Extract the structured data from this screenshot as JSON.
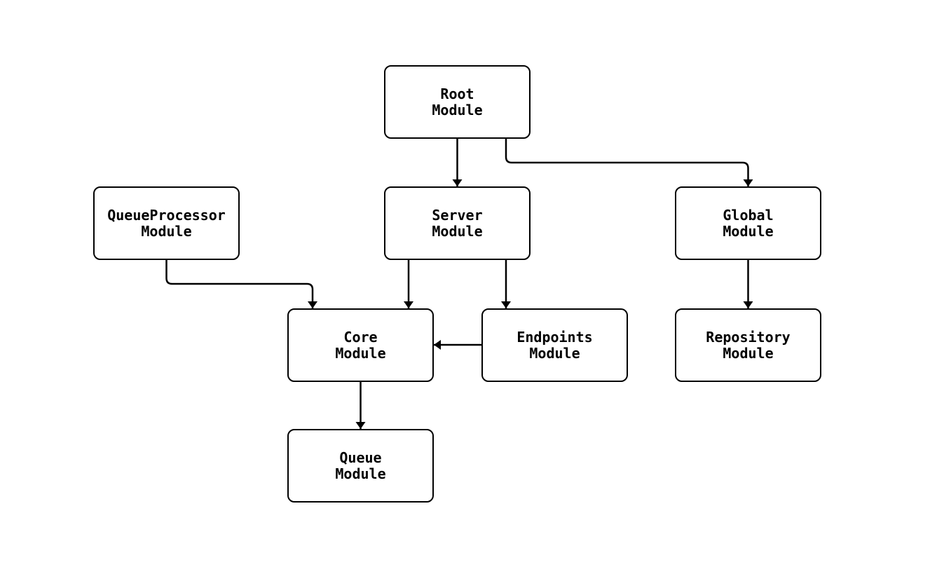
{
  "diagram": {
    "background_color": "#ffffff",
    "stroke_color": "#000000",
    "text_color": "#000000",
    "nodes": [
      {
        "id": "root",
        "line1": "Root",
        "line2": "Module"
      },
      {
        "id": "server",
        "line1": "Server",
        "line2": "Module"
      },
      {
        "id": "queueprocessor",
        "line1": "QueueProcessor",
        "line2": "Module"
      },
      {
        "id": "global",
        "line1": "Global",
        "line2": "Module"
      },
      {
        "id": "core",
        "line1": "Core",
        "line2": "Module"
      },
      {
        "id": "endpoints",
        "line1": "Endpoints",
        "line2": "Module"
      },
      {
        "id": "repository",
        "line1": "Repository",
        "line2": "Module"
      },
      {
        "id": "queue",
        "line1": "Queue",
        "line2": "Module"
      }
    ],
    "edges": [
      {
        "from": "root",
        "to": "server"
      },
      {
        "from": "root",
        "to": "global"
      },
      {
        "from": "queueprocessor",
        "to": "core"
      },
      {
        "from": "server",
        "to": "core"
      },
      {
        "from": "server",
        "to": "endpoints"
      },
      {
        "from": "endpoints",
        "to": "core"
      },
      {
        "from": "global",
        "to": "repository"
      },
      {
        "from": "core",
        "to": "queue"
      }
    ]
  }
}
